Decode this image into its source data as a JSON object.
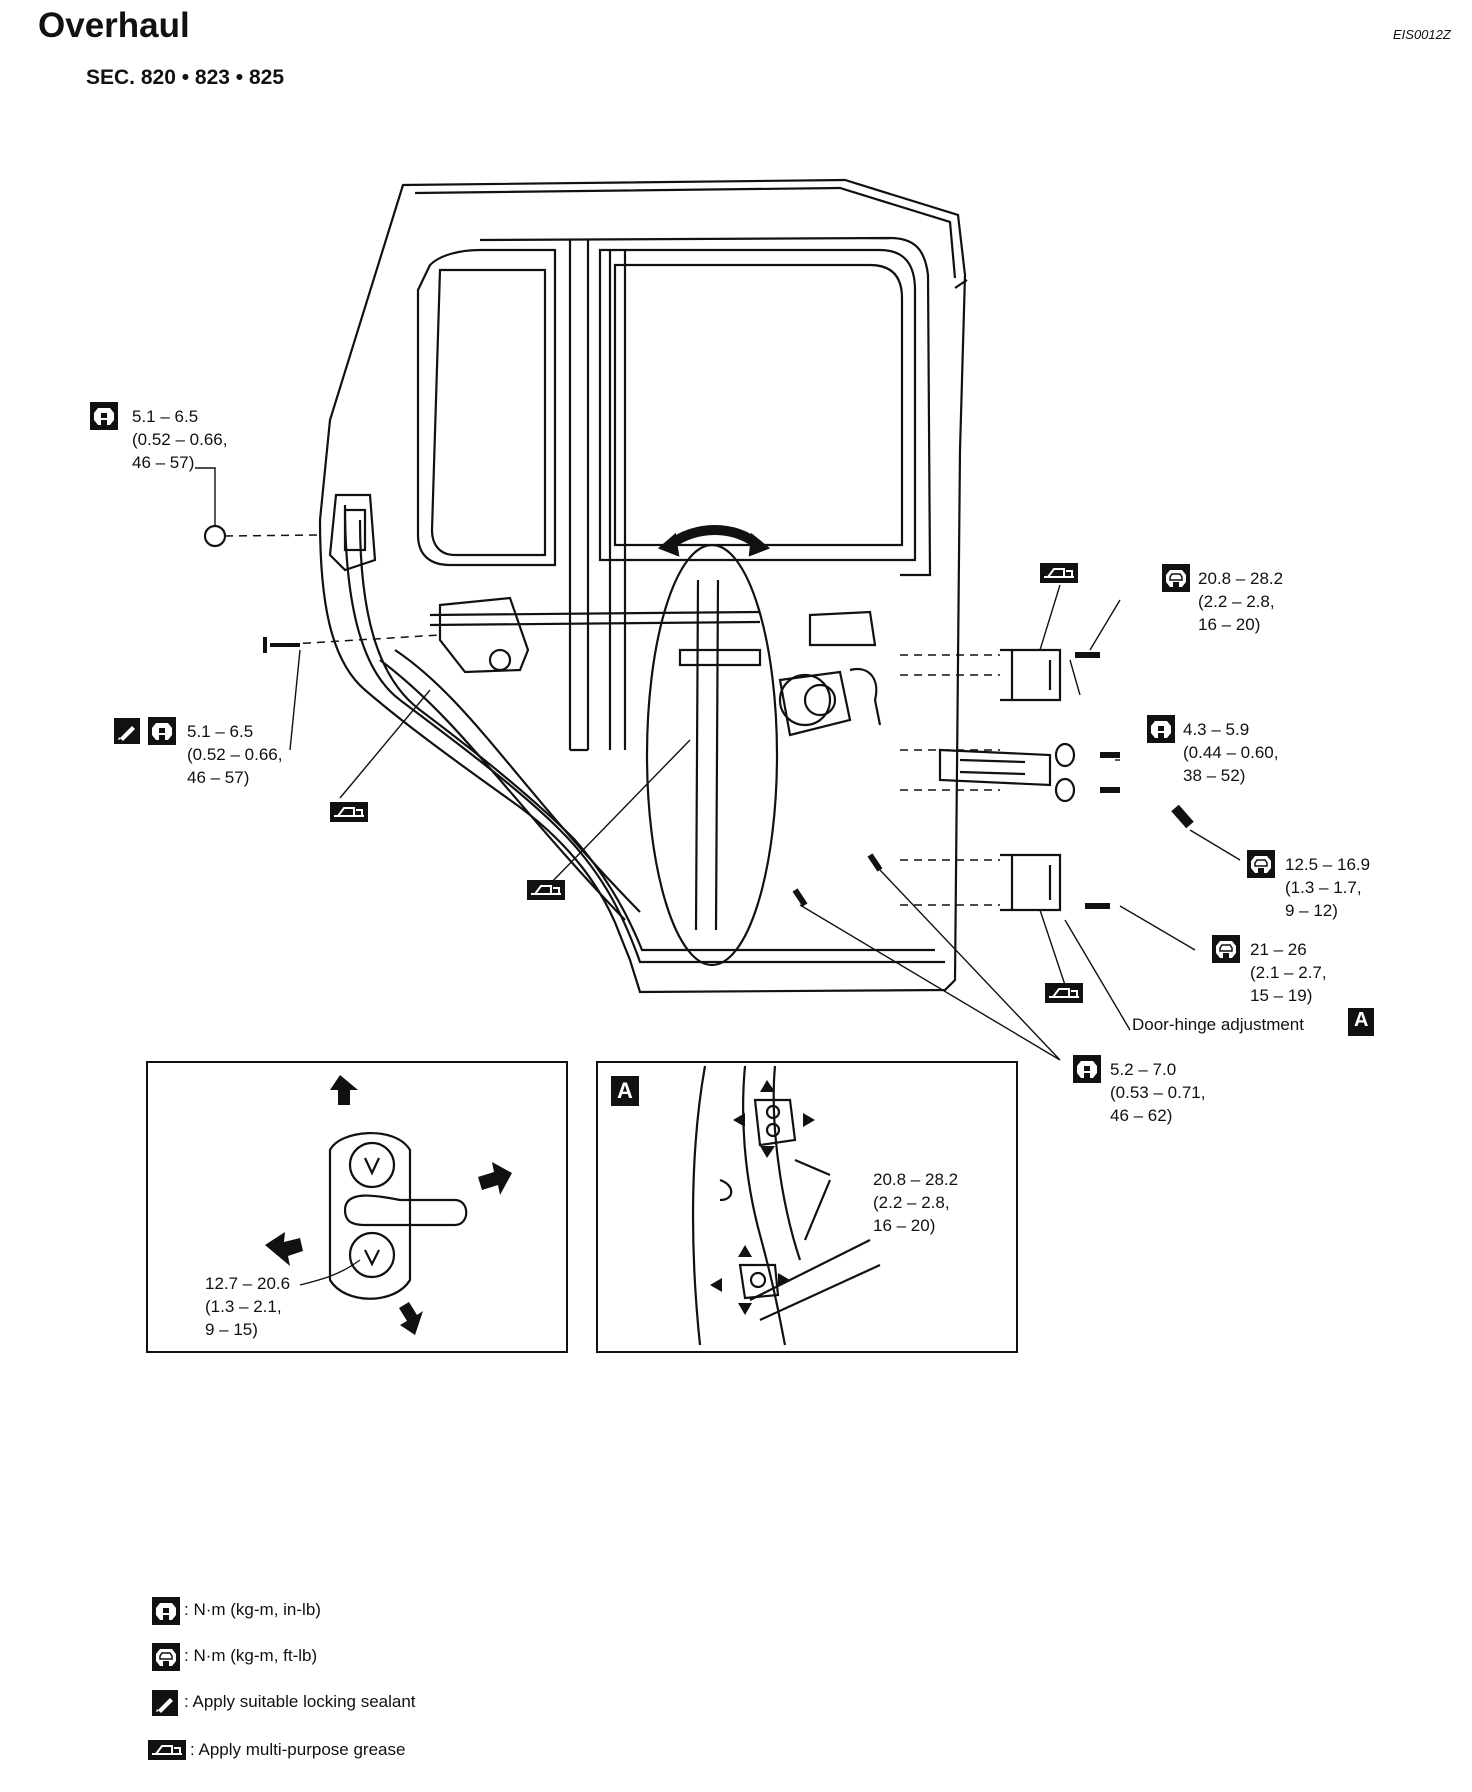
{
  "header": {
    "title": "Overhaul",
    "section": "SEC. 820 • 823 • 825",
    "code": "EIS0012Z"
  },
  "callouts": {
    "c1": [
      "5.1 – 6.5",
      "(0.52 – 0.66,",
      "46 – 57)"
    ],
    "c2": [
      "5.1 – 6.5",
      "(0.52 – 0.66,",
      "46 – 57)"
    ],
    "c3": [
      "20.8 – 28.2",
      "(2.2 – 2.8,",
      "16 – 20)"
    ],
    "c4": [
      "4.3 – 5.9",
      "(0.44 – 0.60,",
      "38 – 52)"
    ],
    "c5": [
      "12.5 – 16.9",
      "(1.3 – 1.7,",
      "9 – 12)"
    ],
    "c6": [
      "21 – 26",
      "(2.1 – 2.7,",
      "15 – 19)"
    ],
    "c7": [
      "5.2 – 7.0",
      "(0.53 – 0.71,",
      "46 – 62)"
    ],
    "c8": [
      "12.7 – 20.6",
      "(1.3 – 2.1,",
      "9 – 15)"
    ],
    "c9": [
      "20.8 – 28.2",
      "(2.2 – 2.8,",
      "16 – 20)"
    ]
  },
  "door_hinge_label": "Door-hinge adjustment",
  "ref_a": "A",
  "legend": [
    {
      "icon": "torque-in-lb-icon",
      "text": ": N·m (kg-m, in-lb)"
    },
    {
      "icon": "torque-ft-lb-icon",
      "text": ": N·m (kg-m, ft-lb)"
    },
    {
      "icon": "sealant-icon",
      "text": ": Apply suitable locking sealant"
    },
    {
      "icon": "grease-icon",
      "text": ": Apply multi-purpose grease"
    }
  ]
}
